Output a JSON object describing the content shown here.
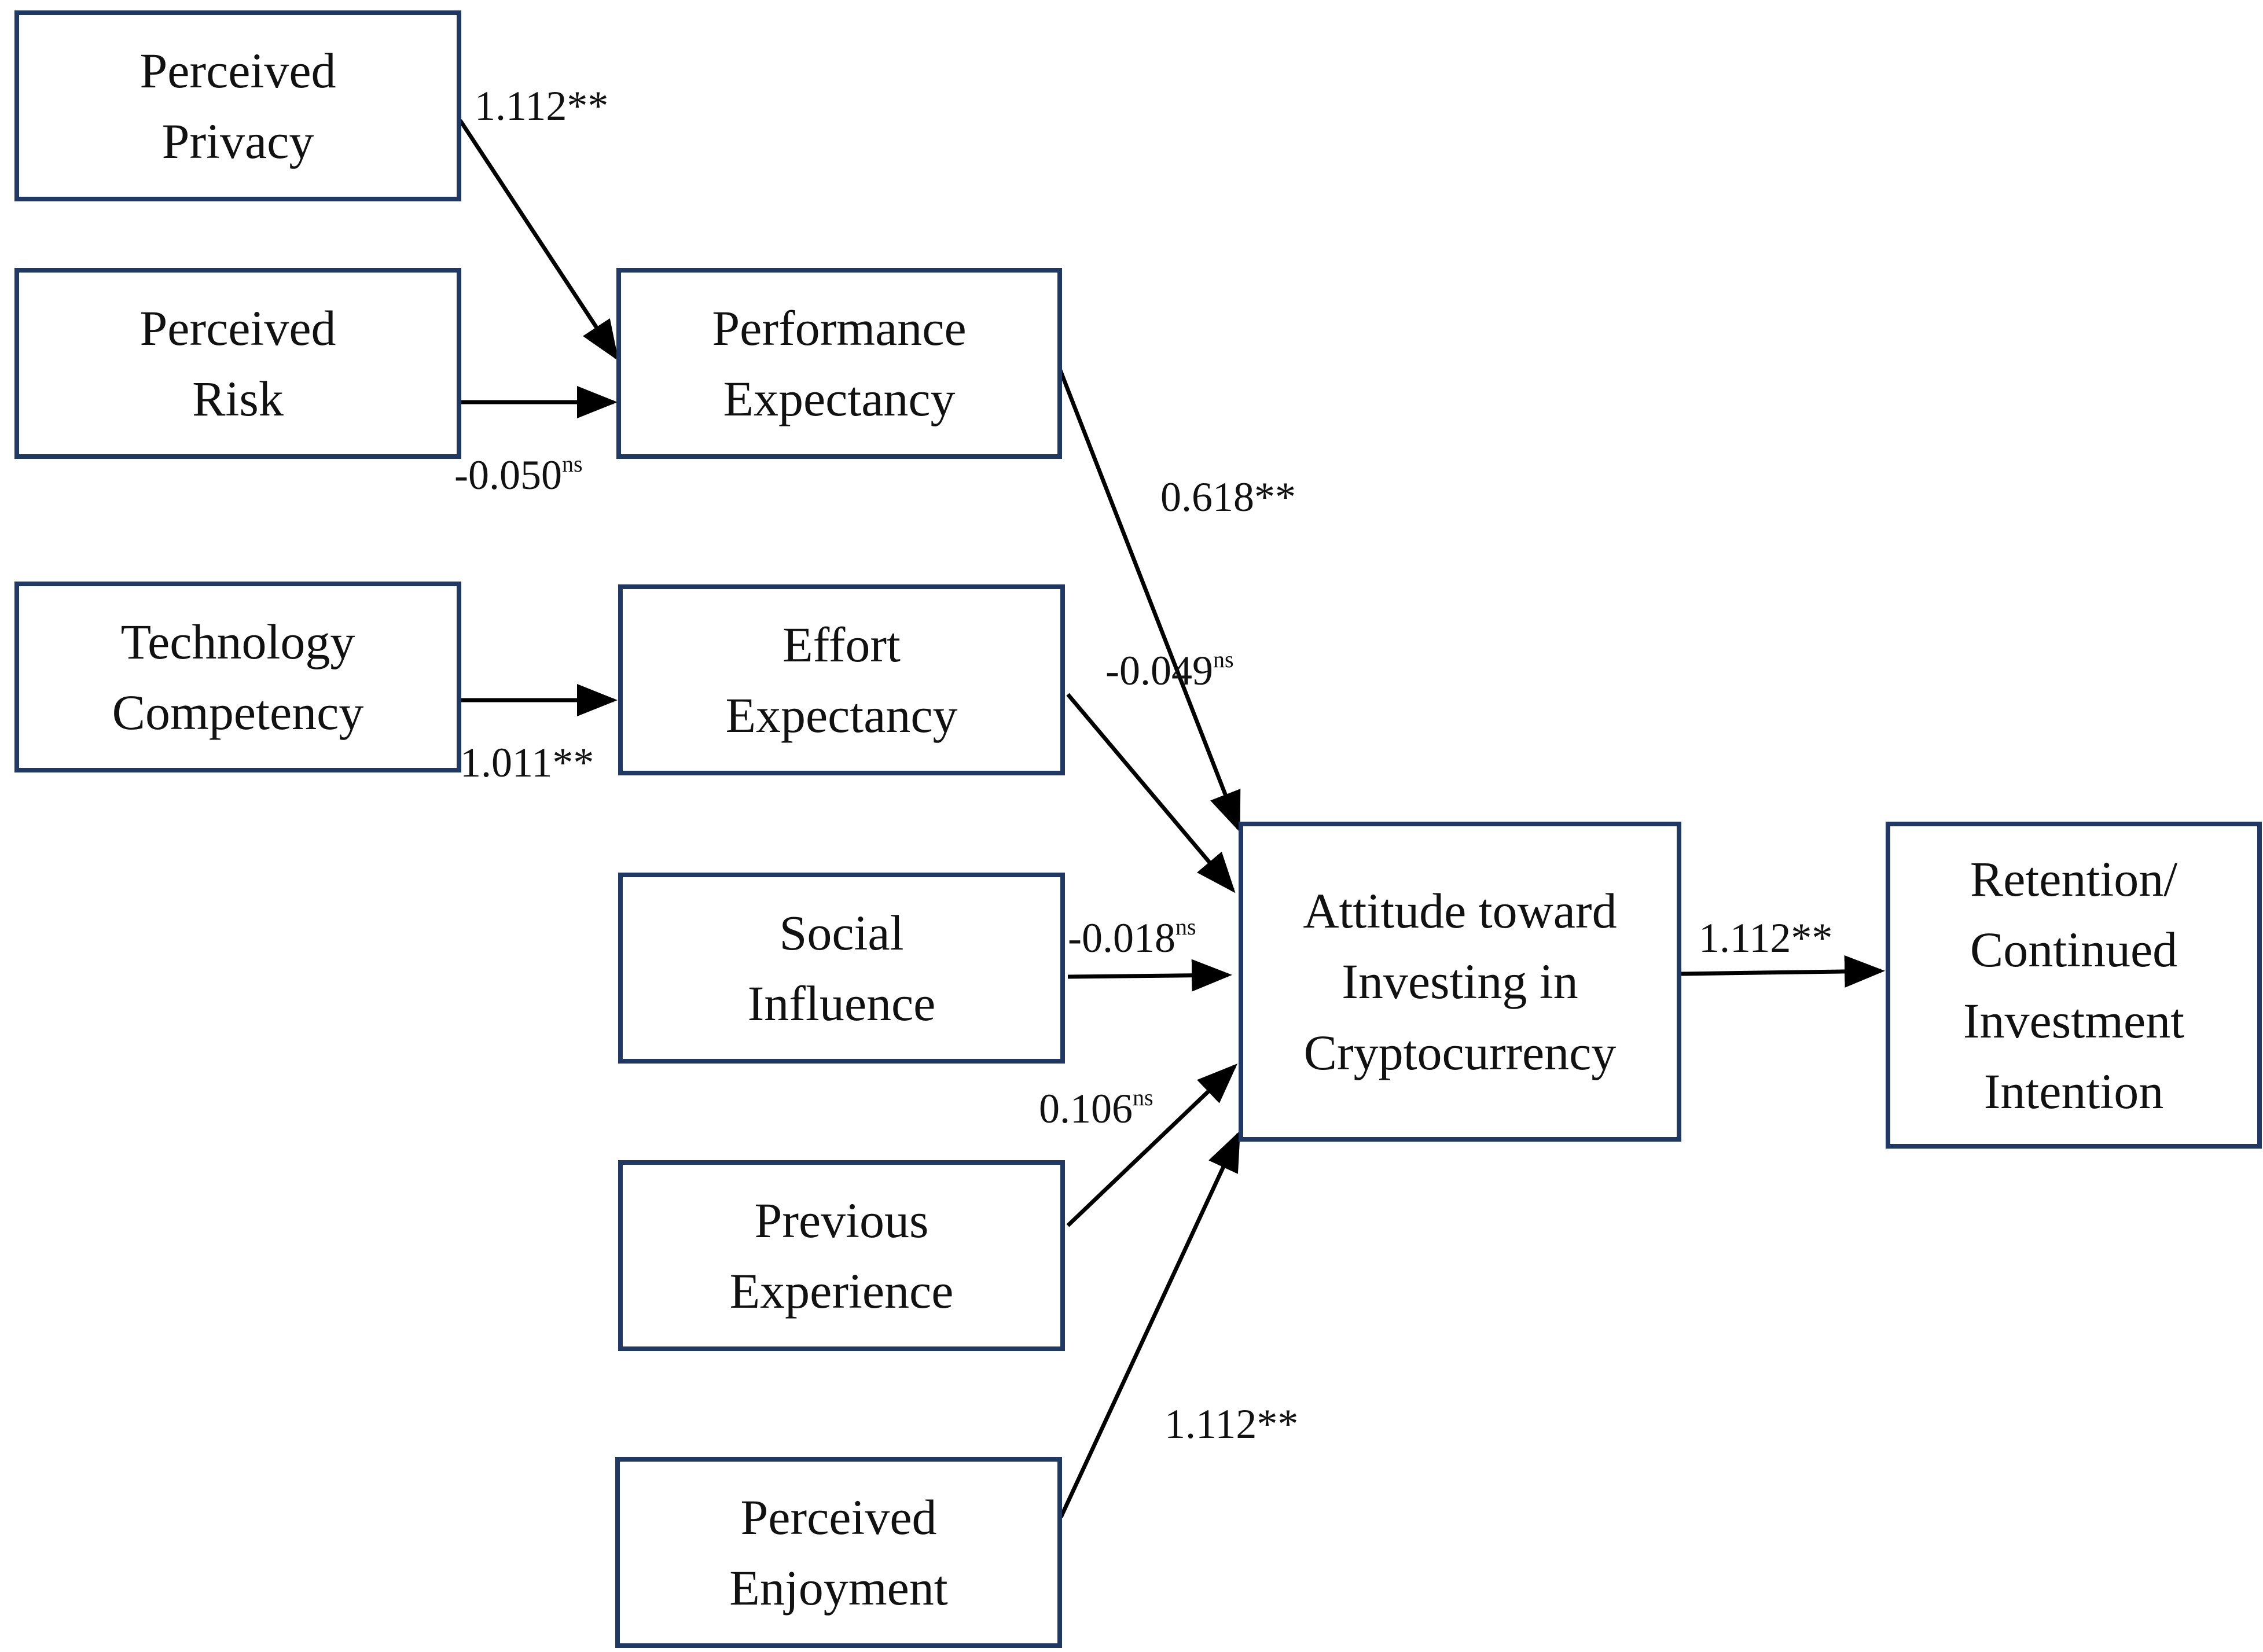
{
  "nodes": {
    "perceived_privacy": "Perceived\nPrivacy",
    "perceived_risk": "Perceived\nRisk",
    "technology_competency": "Technology\nCompetency",
    "performance_expectancy": "Performance\nExpectancy",
    "effort_expectancy": "Effort\nExpectancy",
    "social_influence": "Social\nInfluence",
    "previous_experience": "Previous\nExperience",
    "perceived_enjoyment": "Perceived\nEnjoyment",
    "attitude": "Attitude toward\nInvesting in\nCryptocurrency",
    "retention": "Retention/\nContinued\nInvestment\nIntention"
  },
  "paths": {
    "privacy_to_pe": {
      "value": "1.112**",
      "sup": ""
    },
    "risk_to_pe": {
      "value": "-0.050",
      "sup": "ns"
    },
    "tech_to_ee": {
      "value": "1.011**",
      "sup": ""
    },
    "pe_to_att": {
      "value": "0.618**",
      "sup": ""
    },
    "ee_to_att": {
      "value": "-0.049",
      "sup": "ns"
    },
    "si_to_att": {
      "value": "-0.018",
      "sup": "ns"
    },
    "prev_to_att": {
      "value": "0.106",
      "sup": "ns"
    },
    "enj_to_att": {
      "value": "1.112**",
      "sup": ""
    },
    "att_to_ret": {
      "value": "1.112**",
      "sup": ""
    }
  },
  "colors": {
    "box_border": "#1f3864",
    "arrow": "#000000",
    "text": "#111111"
  }
}
